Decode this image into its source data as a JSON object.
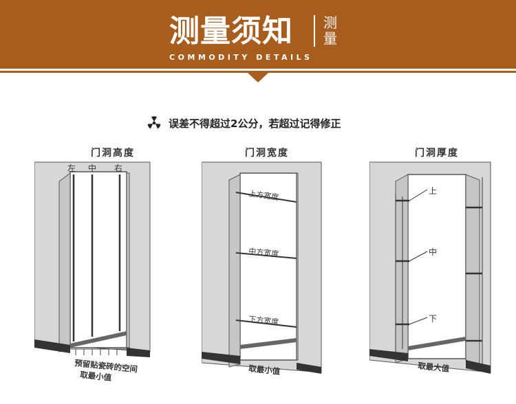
{
  "header": {
    "title": "测量须知",
    "side_title_1": "测",
    "side_title_2": "量",
    "subtitle": "COMMODITY DETAILS",
    "color": "#a75d1e"
  },
  "notice": {
    "icon": "radiation-icon",
    "text": "误差不得超过2公分，若超过记得修正"
  },
  "panels": [
    {
      "title": "门洞高度",
      "labels": [
        "左",
        "中",
        "右"
      ],
      "note_line1": "预留贴瓷砖的空间",
      "note_line2": "取最小值"
    },
    {
      "title": "门洞宽度",
      "labels": [
        "上方宽度",
        "中方宽度",
        "下方宽度"
      ],
      "note_line1": "取最小值"
    },
    {
      "title": "门洞厚度",
      "labels": [
        "上",
        "中",
        "下"
      ],
      "note_line1": "取最大值"
    }
  ]
}
